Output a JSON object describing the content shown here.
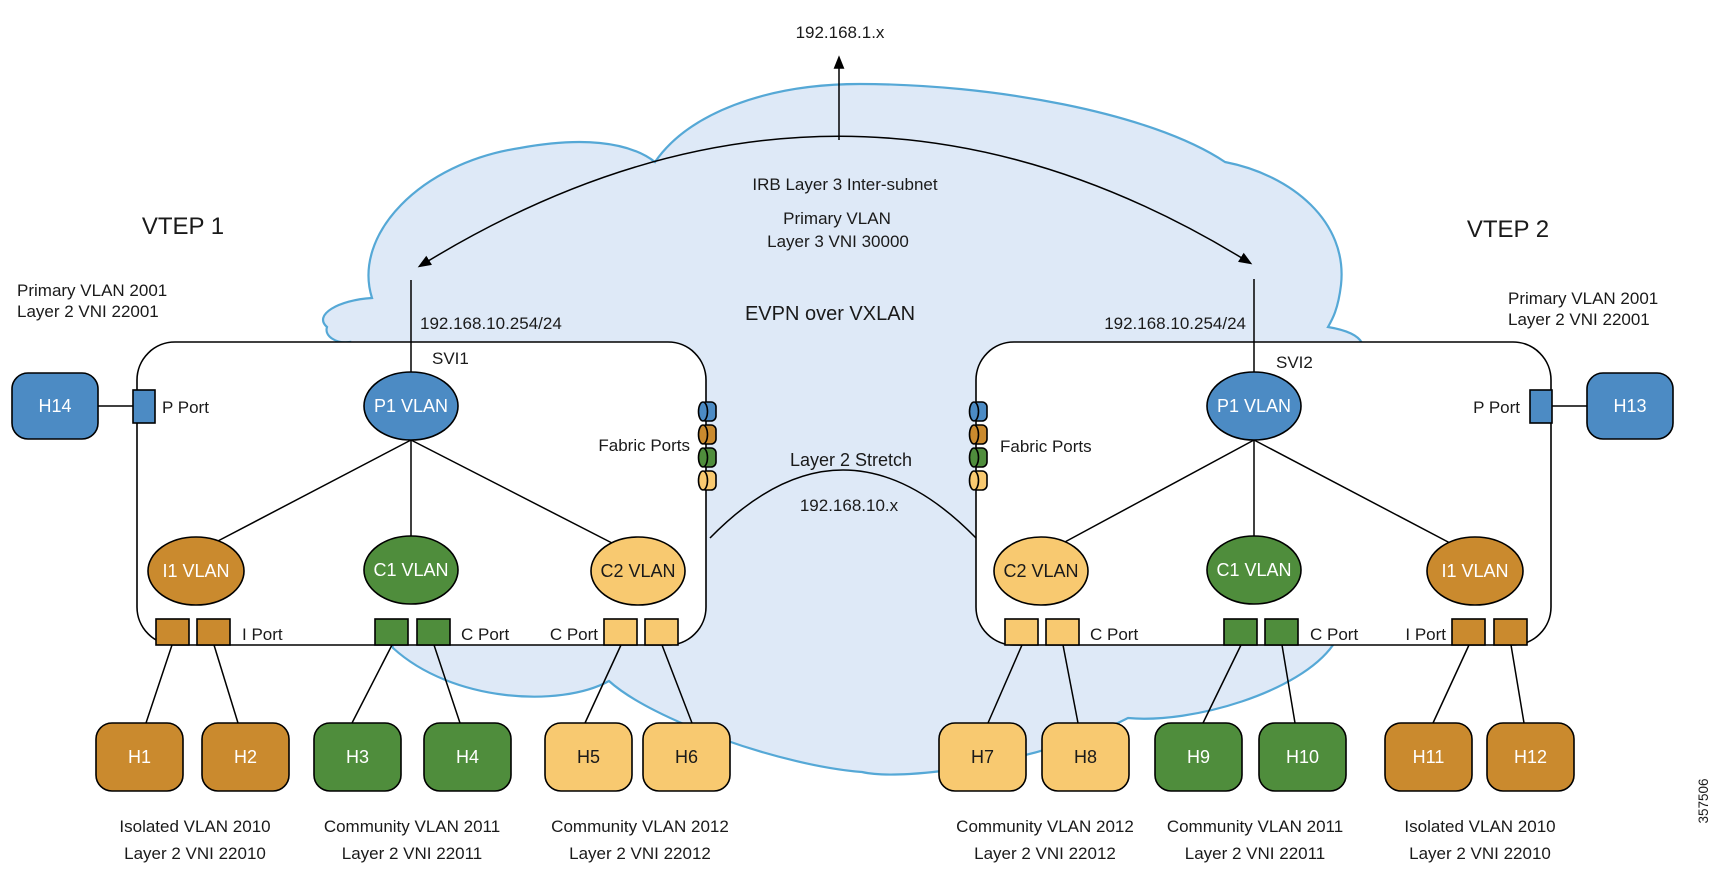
{
  "figure_number": "357506",
  "colors": {
    "blue": "#4C8BC4",
    "orange": "#CA8A2E",
    "green": "#4F8D3C",
    "yellow": "#F8C970",
    "cloud_fill": "#DEE9F7",
    "cloud_stroke": "#55A8D6",
    "line": "#000000"
  },
  "top": {
    "external_ip": "192.168.1.x"
  },
  "cloud": {
    "irb_label": "IRB Layer 3 Inter-subnet",
    "primary_vlan_label": "Primary VLAN",
    "l3_vni_label": "Layer 3 VNI 30000",
    "evpn_label": "EVPN over VXLAN",
    "l2_stretch_label": "Layer 2 Stretch",
    "l2_subnet": "192.168.10.x"
  },
  "vtep1": {
    "title": "VTEP 1",
    "primary_vlan": "Primary VLAN 2001",
    "l2_vni": "Layer 2 VNI 22001",
    "svi_ip": "192.168.10.254/24",
    "svi_label": "SVI1",
    "p_port_label": "P Port",
    "fabric_ports_label": "Fabric Ports",
    "p1_vlan": "P1 VLAN",
    "i1_vlan": "I1 VLAN",
    "c1_vlan": "C1 VLAN",
    "c2_vlan": "C2 VLAN",
    "i_port_label": "I Port",
    "c_port_label_1": "C Port",
    "c_port_label_2": "C Port"
  },
  "vtep2": {
    "title": "VTEP 2",
    "primary_vlan": "Primary VLAN 2001",
    "l2_vni": "Layer 2 VNI 22001",
    "svi_ip": "192.168.10.254/24",
    "svi_label": "SVI2",
    "p_port_label": "P Port",
    "fabric_ports_label": "Fabric Ports",
    "p1_vlan": "P1 VLAN",
    "i1_vlan": "I1 VLAN",
    "c1_vlan": "C1 VLAN",
    "c2_vlan": "C2 VLAN",
    "i_port_label": "I Port",
    "c_port_label_1": "C Port",
    "c_port_label_2": "C Port"
  },
  "hosts": {
    "h1": "H1",
    "h2": "H2",
    "h3": "H3",
    "h4": "H4",
    "h5": "H5",
    "h6": "H6",
    "h7": "H7",
    "h8": "H8",
    "h9": "H9",
    "h10": "H10",
    "h11": "H11",
    "h12": "H12",
    "h13": "H13",
    "h14": "H14"
  },
  "captions": {
    "isolated_2010_line1": "Isolated VLAN 2010",
    "isolated_2010_line2": "Layer 2 VNI 22010",
    "community_2011_line1": "Community VLAN 2011",
    "community_2011_line2": "Layer 2 VNI 22011",
    "community_2012_line1": "Community VLAN 2012",
    "community_2012_line2": "Layer 2 VNI 22012"
  }
}
